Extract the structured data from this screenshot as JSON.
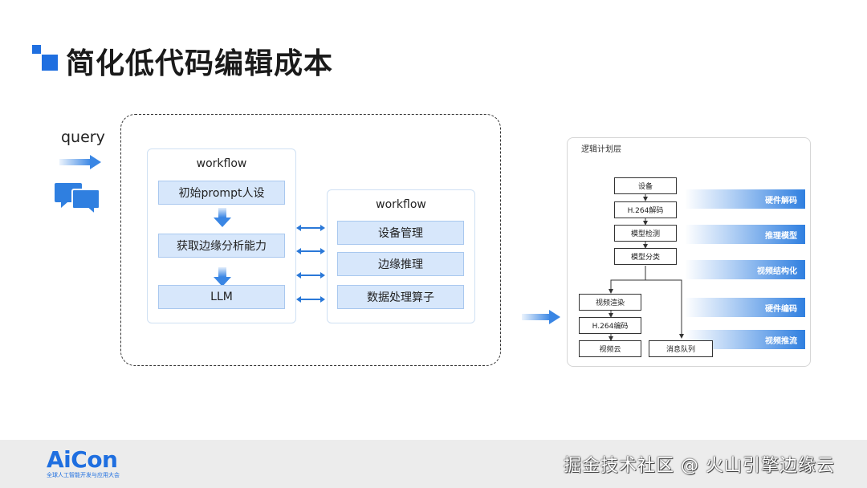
{
  "title": "简化低代码编辑成本",
  "query_label": "query",
  "left_workflow": {
    "title": "workflow",
    "steps": [
      "初始prompt人设",
      "获取边缘分析能力",
      "LLM"
    ]
  },
  "right_workflow": {
    "title": "workflow",
    "items": [
      "设备管理",
      "边缘推理",
      "数据处理算子"
    ]
  },
  "logic_panel": {
    "title": "逻辑计划层",
    "nodes": {
      "device": "设备",
      "h264_decode": "H.264解码",
      "model_detect": "模型检测",
      "model_classify": "模型分类",
      "video_render": "视频渲染",
      "h264_encode": "H.264编码",
      "video_cloud": "视频云",
      "message_queue": "消息队列"
    },
    "bands": [
      "硬件解码",
      "推理模型",
      "视频结构化",
      "硬件编码",
      "视频推流"
    ]
  },
  "footer": {
    "logo": "AiCon",
    "logo_sub": "全球人工智能开发与应用大会",
    "watermark": "掘金技术社区 @ 火山引擎边缘云"
  },
  "colors": {
    "accent": "#1f6fe0",
    "node_fill": "#d7e7fb"
  }
}
